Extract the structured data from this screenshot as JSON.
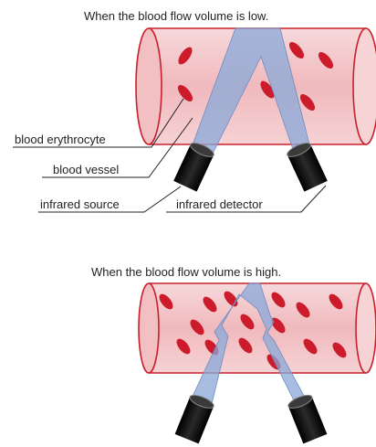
{
  "low_panel": {
    "title": "When the blood flow volume is low.",
    "labels": {
      "erythrocyte": "blood erythrocyte",
      "vessel": "blood vessel",
      "source": "infrared source",
      "detector": "infrared detector"
    }
  },
  "high_panel": {
    "title": "When the blood flow volume is high."
  },
  "colors": {
    "vessel_fill": "#f4c9cc",
    "vessel_stroke": "#c8202c",
    "erythrocyte": "#cc1b2b",
    "light_path": "#8aa8d8",
    "sensor": "#111111"
  }
}
